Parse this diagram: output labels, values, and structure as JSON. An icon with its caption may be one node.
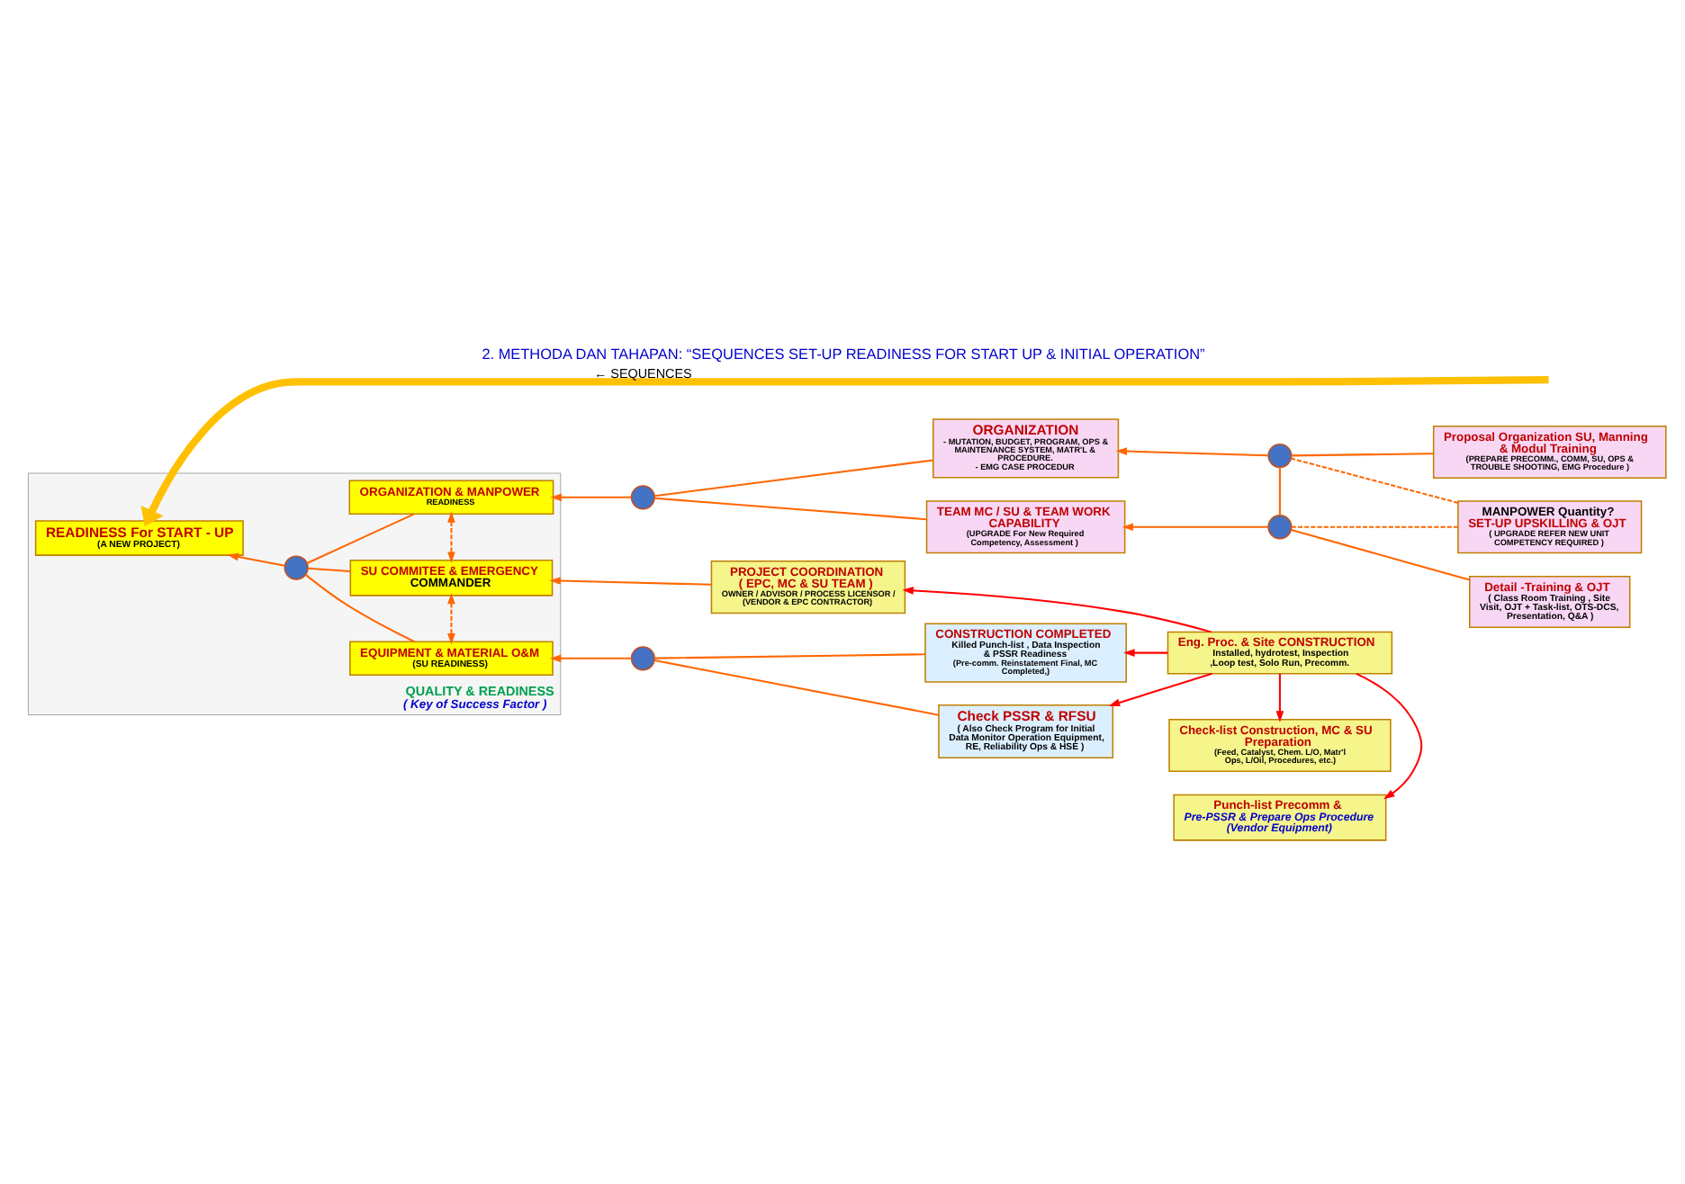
{
  "diagram": {
    "title": "2. METHODA DAN TAHAPAN: “SEQUENCES SET-UP READINESS FOR START UP & INITIAL OPERATION”",
    "nodes": [
      {
        "text": [
          "QUALITY & READINESS",
          "( Key of Success Factor )"
        ]
      },
      {
        "text": [
          "READINESS For START - UP",
          "(A NEW PROJECT)"
        ],
        "in": 0
      },
      {
        "text": [],
        "shape": "circle",
        "in": 0
      },
      {
        "text": [
          "ORGANIZATION & MANPOWER",
          "READINESS"
        ],
        "in": 0
      },
      {
        "text": [
          "SU COMMITEE & EMERGENCY",
          "COMMANDER"
        ],
        "in": 0
      },
      {
        "text": [
          "EQUIPMENT & MATERIAL O&M",
          "(SU READINESS)"
        ],
        "in": 0
      },
      {
        "text": [],
        "shape": "circle"
      },
      {
        "text": [
          "ORGANIZATION",
          "- MUTATION, BUDGET, PROGRAM, OPS & MAINTENANCE SYSTEM, MATR'L & PROCEDURE.",
          "- EMG CASE PROCEDUR"
        ]
      },
      {
        "text": [
          "TEAM MC / SU & TEAM WORK CAPABILITY",
          "(UPGRADE For New Required Competency, Assessment )"
        ]
      },
      {
        "text": [],
        "shape": "circle"
      },
      {
        "text": [],
        "shape": "circle"
      },
      {
        "text": [
          "Proposal Organization SU, Manning & Modul Training",
          "(PREPARE PRECOMM., COMM, SU, OPS & TROUBLE SHOOTING, EMG Procedure )"
        ]
      },
      {
        "text": [
          "MANPOWER Quantity?",
          "SET-UP UPSKILLING & OJT",
          "( UPGRADE REFER NEW UNIT COMPETENCY REQUIRED )"
        ]
      },
      {
        "text": [
          "Detail -Training & OJT",
          "( Class Room Training , Site Visit, OJT + Task-list, OTS-DCS, Presentation, Q&A )"
        ]
      },
      {
        "text": [
          "PROJECT COORDINATION",
          "( EPC, MC & SU TEAM )",
          "OWNER / ADVISOR / PROCESS LICENSOR / (VENDOR & EPC CONTRACTOR)"
        ]
      },
      {
        "text": [],
        "shape": "circle"
      },
      {
        "text": [
          "CONSTRUCTION COMPLETED",
          "Killed Punch-list , Data Inspection & PSSR Readiness",
          "(Pre-comm. Reinstatement Final, MC Completed,)"
        ]
      },
      {
        "text": [
          "Check PSSR & RFSU",
          "( Also Check Program for Initial Data Monitor Operation Equipment, RE, Reliability Ops & HSE )"
        ]
      },
      {
        "text": [
          "Eng. Proc. & Site CONSTRUCTION",
          "Installed, hydrotest, Inspection ,Loop test, Solo Run, Precomm."
        ]
      },
      {
        "text": [
          "Punch-list Precomm &",
          "Pre-PSSR & Prepare Ops Procedure (Vendor Equipment)"
        ]
      },
      {
        "text": [
          "Check-list Construction, MC & SU Preparation",
          "(Feed, Catalyst, Chem. L/O, Matr'l Ops, L/Oil, Procedures, etc.)"
        ]
      }
    ],
    "edges": [
      {
        "from": null,
        "to": 1,
        "arrow": "to",
        "label": "← SEQUENCES",
        "style": "thick",
        "color": "#ffc000"
      },
      {
        "from": 2,
        "to": 1,
        "arrow": "to"
      },
      {
        "from": 3,
        "to": 2,
        "arrow": "none"
      },
      {
        "from": 4,
        "to": 2,
        "arrow": "none"
      },
      {
        "from": 5,
        "to": 2,
        "arrow": "none"
      },
      {
        "from": 3,
        "to": 4,
        "arrow": "both",
        "style": "dashed"
      },
      {
        "from": 4,
        "to": 5,
        "arrow": "both",
        "style": "dashed"
      },
      {
        "from": 6,
        "to": 3,
        "arrow": "to"
      },
      {
        "from": 7,
        "to": 6,
        "arrow": "none"
      },
      {
        "from": 8,
        "to": 6,
        "arrow": "none"
      },
      {
        "from": 9,
        "to": 7,
        "arrow": "to"
      },
      {
        "from": 10,
        "to": 8,
        "arrow": "to"
      },
      {
        "from": 11,
        "to": 9,
        "arrow": "none"
      },
      {
        "from": 9,
        "to": 10,
        "arrow": "none"
      },
      {
        "from": 12,
        "to": 9,
        "arrow": "none",
        "style": "dashed"
      },
      {
        "from": 12,
        "to": 10,
        "arrow": "none",
        "style": "dashed"
      },
      {
        "from": 13,
        "to": 10,
        "arrow": "none"
      },
      {
        "from": 14,
        "to": 4,
        "arrow": "to"
      },
      {
        "from": 15,
        "to": 5,
        "arrow": "to"
      },
      {
        "from": 16,
        "to": 15,
        "arrow": "none"
      },
      {
        "from": 17,
        "to": 15,
        "arrow": "none"
      },
      {
        "from": 18,
        "to": 14,
        "arrow": "to",
        "color": "#ff0000"
      },
      {
        "from": 18,
        "to": 16,
        "arrow": "to",
        "color": "#ff0000"
      },
      {
        "from": 18,
        "to": 17,
        "arrow": "to",
        "color": "#ff0000"
      },
      {
        "from": 18,
        "to": 19,
        "arrow": "to",
        "color": "#ff0000"
      },
      {
        "from": 18,
        "to": 20,
        "arrow": "to",
        "color": "#ff0000"
      }
    ]
  }
}
